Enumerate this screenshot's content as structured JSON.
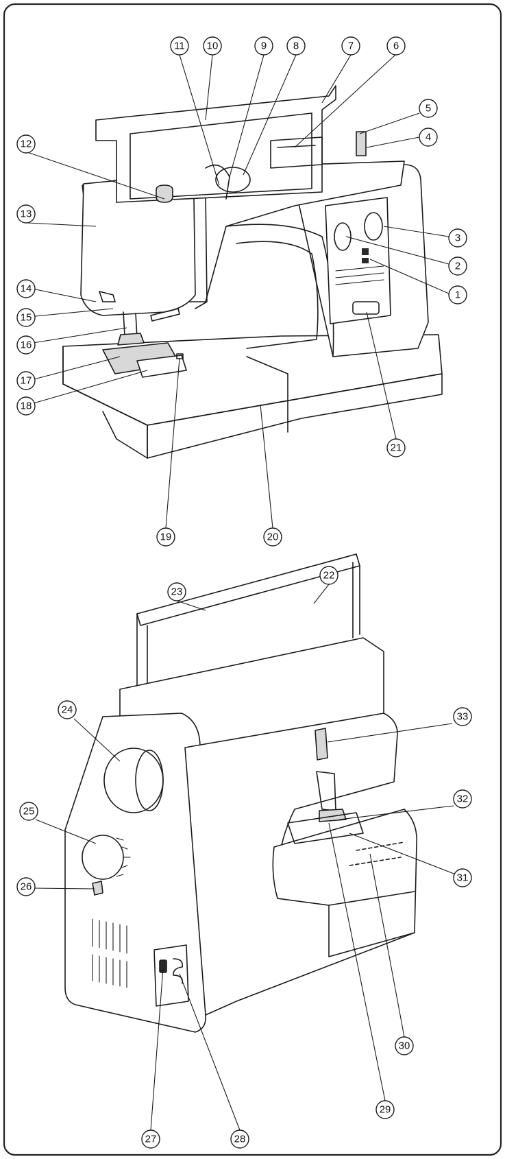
{
  "callouts": [
    "1",
    "2",
    "3",
    "4",
    "5",
    "6",
    "7",
    "8",
    "9",
    "10",
    "11",
    "12",
    "13",
    "14",
    "15",
    "16",
    "17",
    "18",
    "19",
    "20",
    "21",
    "22",
    "23",
    "24",
    "25",
    "26",
    "27",
    "28",
    "29",
    "30",
    "31",
    "32",
    "33"
  ],
  "colors": {
    "line": "#1a1a1a",
    "frame": "#222222",
    "shade": "#d8d8d8"
  }
}
